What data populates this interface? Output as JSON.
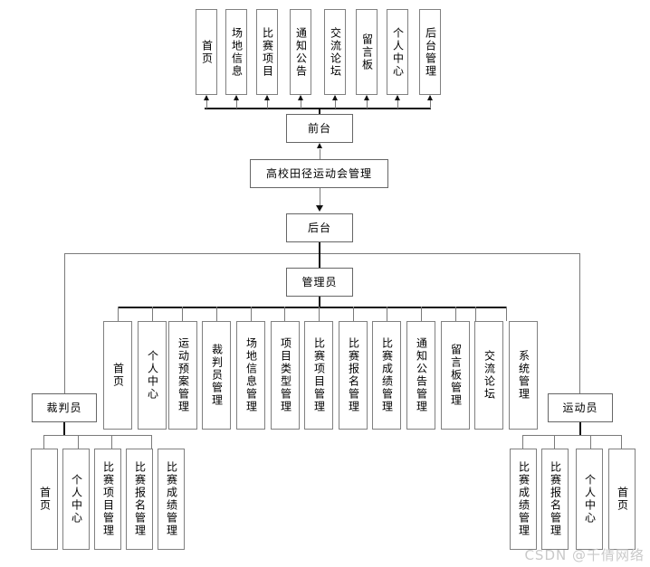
{
  "diagram": {
    "title": "高校田径运动会管理",
    "watermark": "CSDN @千倩网络",
    "frontend": {
      "label": "前台",
      "items": [
        {
          "label": "首页"
        },
        {
          "label": "场地信息"
        },
        {
          "label": "比赛项目"
        },
        {
          "label": "通知公告"
        },
        {
          "label": "交流论坛"
        },
        {
          "label": "留言板"
        },
        {
          "label": "个人中心"
        },
        {
          "label": "后台管理"
        }
      ]
    },
    "backend": {
      "label": "后台",
      "roles": [
        {
          "label": "管理员",
          "items": [
            {
              "label": "首页"
            },
            {
              "label": "个人中心"
            },
            {
              "label": "运动预案管理"
            },
            {
              "label": "裁判员管理"
            },
            {
              "label": "场地信息管理"
            },
            {
              "label": "项目类型管理"
            },
            {
              "label": "比赛项目管理"
            },
            {
              "label": "比赛报名管理"
            },
            {
              "label": "比赛成绩管理"
            },
            {
              "label": "通知公告管理"
            },
            {
              "label": "留言板管理"
            },
            {
              "label": "交流论坛"
            },
            {
              "label": "系统管理"
            }
          ]
        },
        {
          "label": "裁判员",
          "items": [
            {
              "label": "首页"
            },
            {
              "label": "个人中心"
            },
            {
              "label": "比赛项目管理"
            },
            {
              "label": "比赛报名管理"
            },
            {
              "label": "比赛成绩管理"
            }
          ]
        },
        {
          "label": "运动员",
          "items": [
            {
              "label": "比赛成绩管理"
            },
            {
              "label": "比赛报名管理"
            },
            {
              "label": "个人中心"
            },
            {
              "label": "首页"
            }
          ]
        }
      ]
    }
  }
}
